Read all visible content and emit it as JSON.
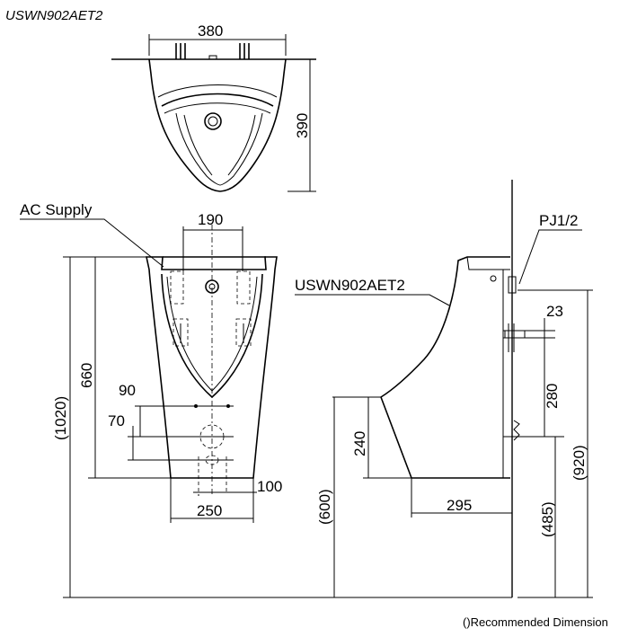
{
  "model_title": "USWN902AET2",
  "top_view": {
    "width_dim": "380",
    "depth_dim": "390"
  },
  "front_view": {
    "ac_supply_label": "AC Supply",
    "dim_190": "190",
    "dim_660": "660",
    "dim_1020": "(1020)",
    "dim_90": "90",
    "dim_70": "70",
    "dim_100": "100",
    "dim_250": "250"
  },
  "side_view": {
    "model_callout": "USWN902AET2",
    "pj_label": "PJ1/2",
    "dim_23": "23",
    "dim_280": "280",
    "dim_920": "(920)",
    "dim_485": "(485)",
    "dim_240": "240",
    "dim_600": "(600)",
    "dim_295": "295"
  },
  "footnote": "()Recommended Dimension"
}
